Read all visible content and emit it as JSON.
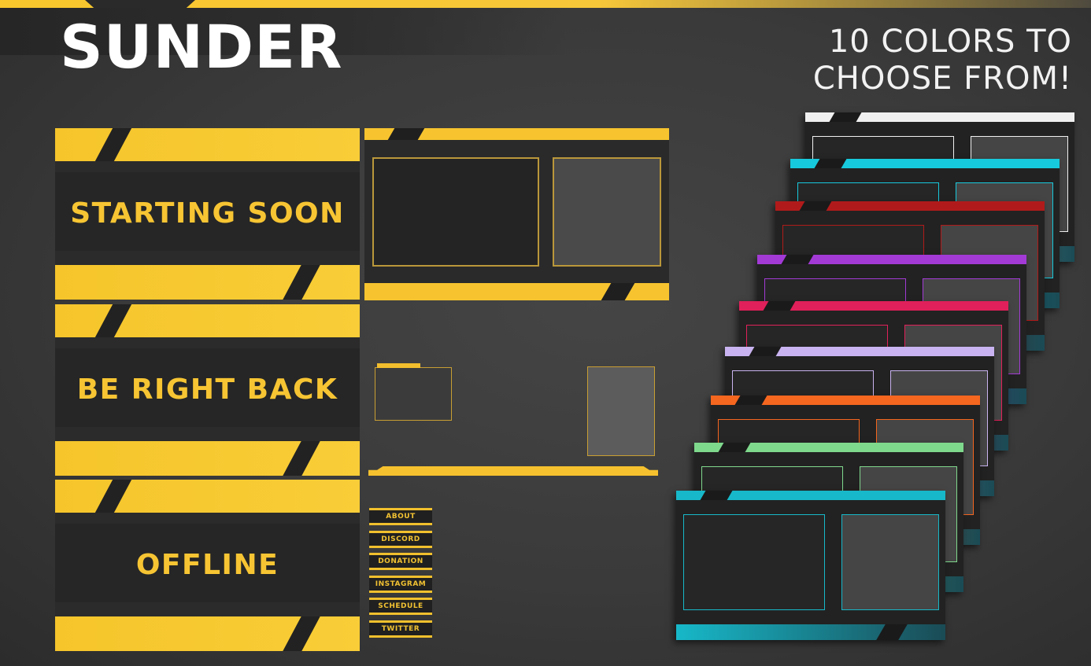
{
  "brand": {
    "title": "SUNDER"
  },
  "tagline": {
    "line1": "10 COLORS TO",
    "line2": "CHOOSE FROM!"
  },
  "screens": [
    {
      "label": "STARTING SOON"
    },
    {
      "label": "BE RIGHT BACK"
    },
    {
      "label": "OFFLINE"
    }
  ],
  "panels": [
    "ABOUT",
    "DISCORD",
    "DONATION",
    "INSTAGRAM",
    "SCHEDULE",
    "TWITTER"
  ],
  "colors": {
    "accent": "#f7c533",
    "background": "#3a3a3a",
    "variants": [
      "#f0f0f0",
      "#17c9dc",
      "#b11a1a",
      "#a33ad6",
      "#e0205a",
      "#c9b3f0",
      "#f5661f",
      "#7fd98d",
      "#17b8c9"
    ]
  }
}
